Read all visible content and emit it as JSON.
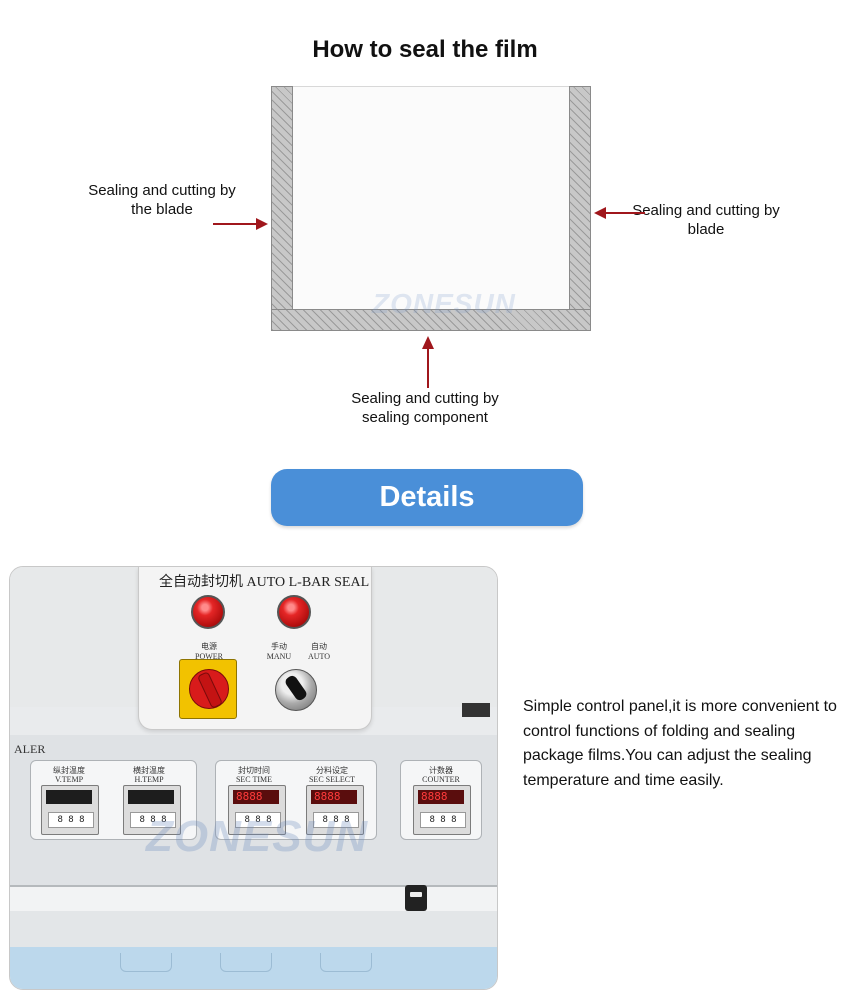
{
  "header": {
    "title": "How to seal the film"
  },
  "diagram": {
    "label_left": "Sealing and cutting by the blade",
    "label_right": "Sealing and cutting by blade",
    "label_bottom": "Sealing and cutting by sealing component",
    "arrow_color": "#a0171c",
    "watermark": "ZONESUN"
  },
  "details_button": {
    "label": "Details",
    "color": "#4a8fd8"
  },
  "photo": {
    "panel_heading": "全自动封切机 AUTO L-BAR SEAL",
    "power_label": "电源",
    "power_label_en": "POWER",
    "manual_label": "手动",
    "manual_label_en": "MANU",
    "auto_label": "自动",
    "auto_label_en": "AUTO",
    "body_label": "ALER",
    "meters": [
      {
        "label": "纵封温度",
        "sub": "V.TEMP"
      },
      {
        "label": "横封温度",
        "sub": "H.TEMP"
      },
      {
        "label": "封切时间",
        "sub": "SEC TIME"
      },
      {
        "label": "分料设定",
        "sub": "SEC SELECT"
      },
      {
        "label": "计数器",
        "sub": "COUNTER"
      }
    ],
    "watermark": "ZONESUN"
  },
  "description": "Simple control panel,it is more convenient to control functions of folding and sealing package films.You can adjust the sealing temperature and time easily."
}
